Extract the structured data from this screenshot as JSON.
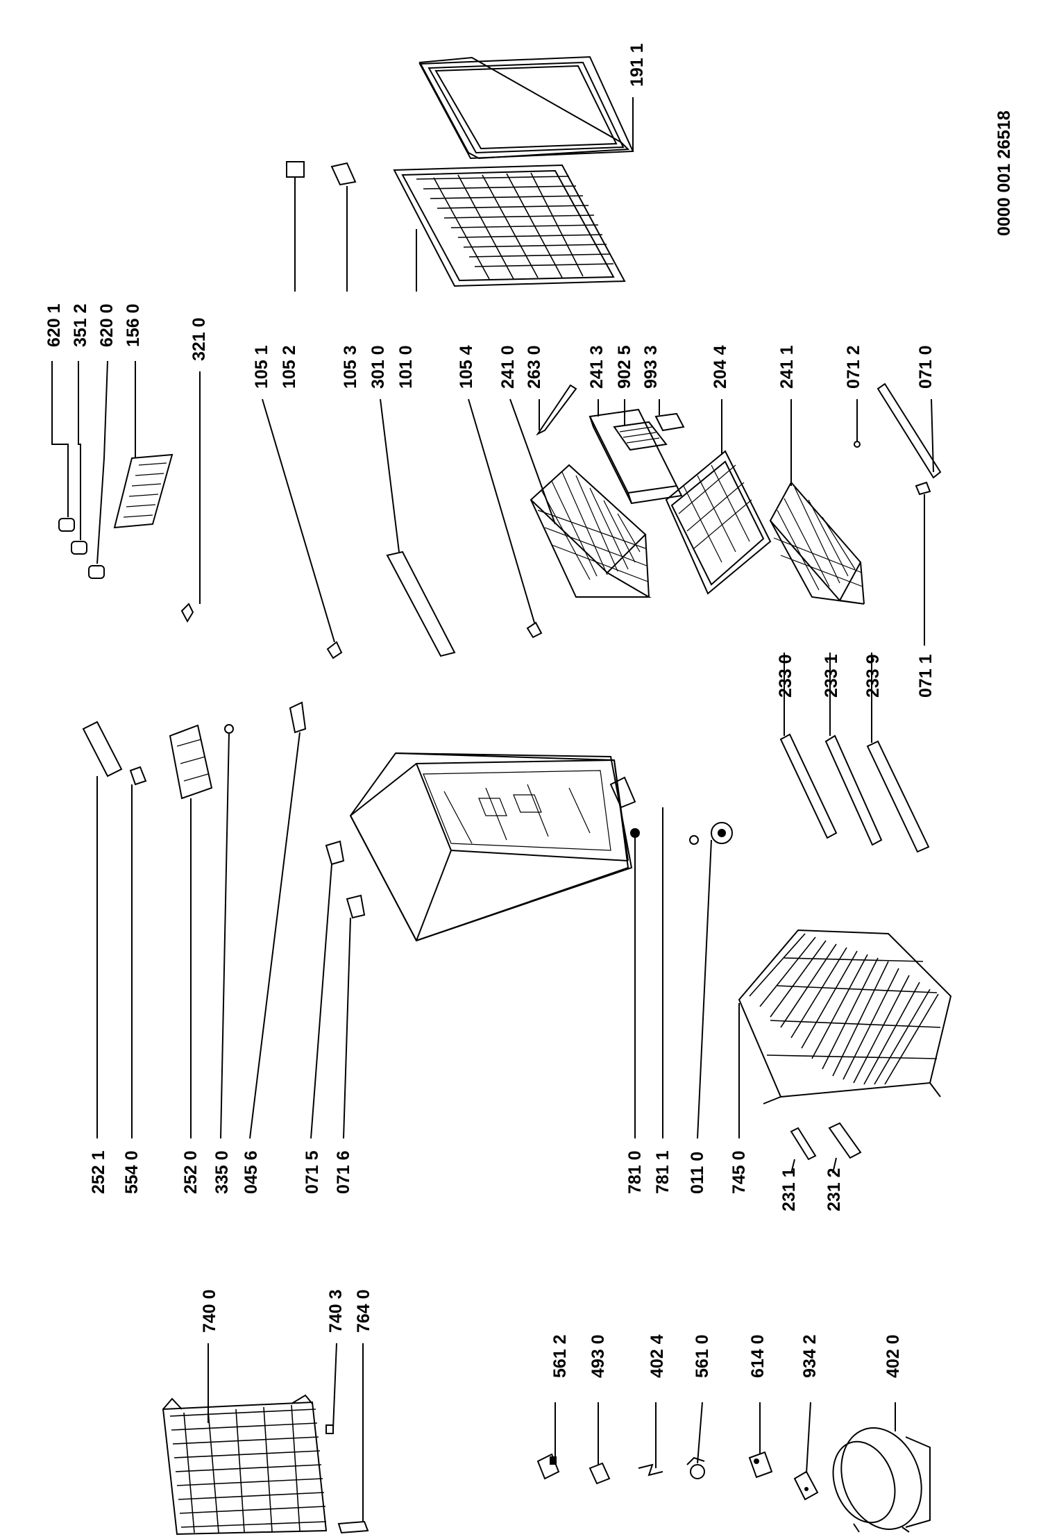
{
  "diagram": {
    "doc_number": "0000 001 26518",
    "labels": {
      "l6201": "620 1",
      "l3512": "351 2",
      "l6200": "620 0",
      "l1560": "156 0",
      "l3210": "321 0",
      "l1051": "105 1",
      "l1052": "105 2",
      "l1053": "105 3",
      "l3010": "301 0",
      "l1010": "101 0",
      "l1054": "105 4",
      "l2410": "241 0",
      "l2630": "263 0",
      "l2413": "241 3",
      "l9025": "902 5",
      "l9933": "993 3",
      "l2044": "204 4",
      "l2411": "241 1",
      "l0712": "071 2",
      "l0710": "071 0",
      "l1911": "191 1",
      "l2330": "233 0",
      "l2331": "233 1",
      "l2339": "233 9",
      "l0711": "071 1",
      "l2521": "252 1",
      "l5540": "554 0",
      "l2520": "252 0",
      "l3350": "335 0",
      "l0456": "045 6",
      "l0715": "071 5",
      "l0716": "071 6",
      "l7810": "781 0",
      "l7811": "781 1",
      "l0110": "011 0",
      "l7450": "745 0",
      "l2311": "231 1",
      "l2312": "231 2",
      "l7400": "740 0",
      "l7403": "740 3",
      "l7640": "764 0",
      "l5612": "561 2",
      "l4930": "493 0",
      "l4024": "402 4",
      "l5610": "561 0",
      "l6140": "614 0",
      "l9342": "934 2",
      "l4020": "402 0"
    }
  }
}
